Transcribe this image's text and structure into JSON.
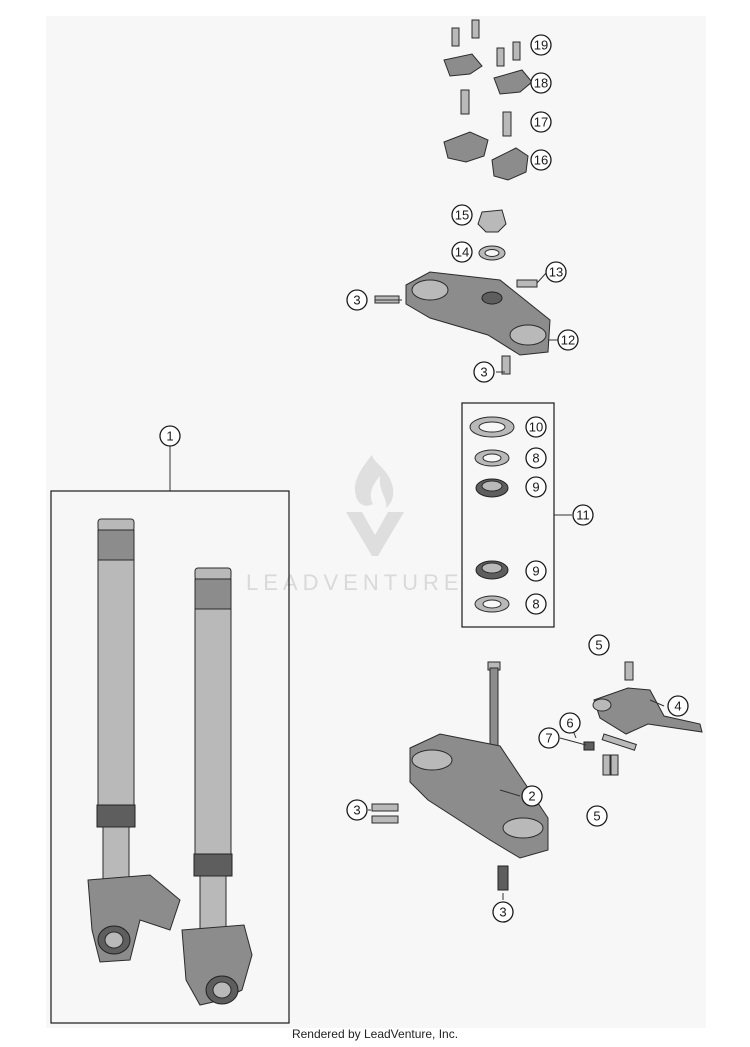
{
  "watermark": {
    "brand": "LEADVENTURE"
  },
  "footer": {
    "credit": "Rendered by LeadVenture, Inc."
  },
  "callouts": {
    "c1": "1",
    "c2": "2",
    "c3a": "3",
    "c3b": "3",
    "c3c": "3",
    "c3d": "3",
    "c4": "4",
    "c5a": "5",
    "c5b": "5",
    "c6": "6",
    "c7": "7",
    "c8a": "8",
    "c8b": "8",
    "c9a": "9",
    "c9b": "9",
    "c10": "10",
    "c11": "11",
    "c12": "12",
    "c13": "13",
    "c14": "14",
    "c15": "15",
    "c16": "16",
    "c17": "17",
    "c18": "18",
    "c19": "19"
  }
}
